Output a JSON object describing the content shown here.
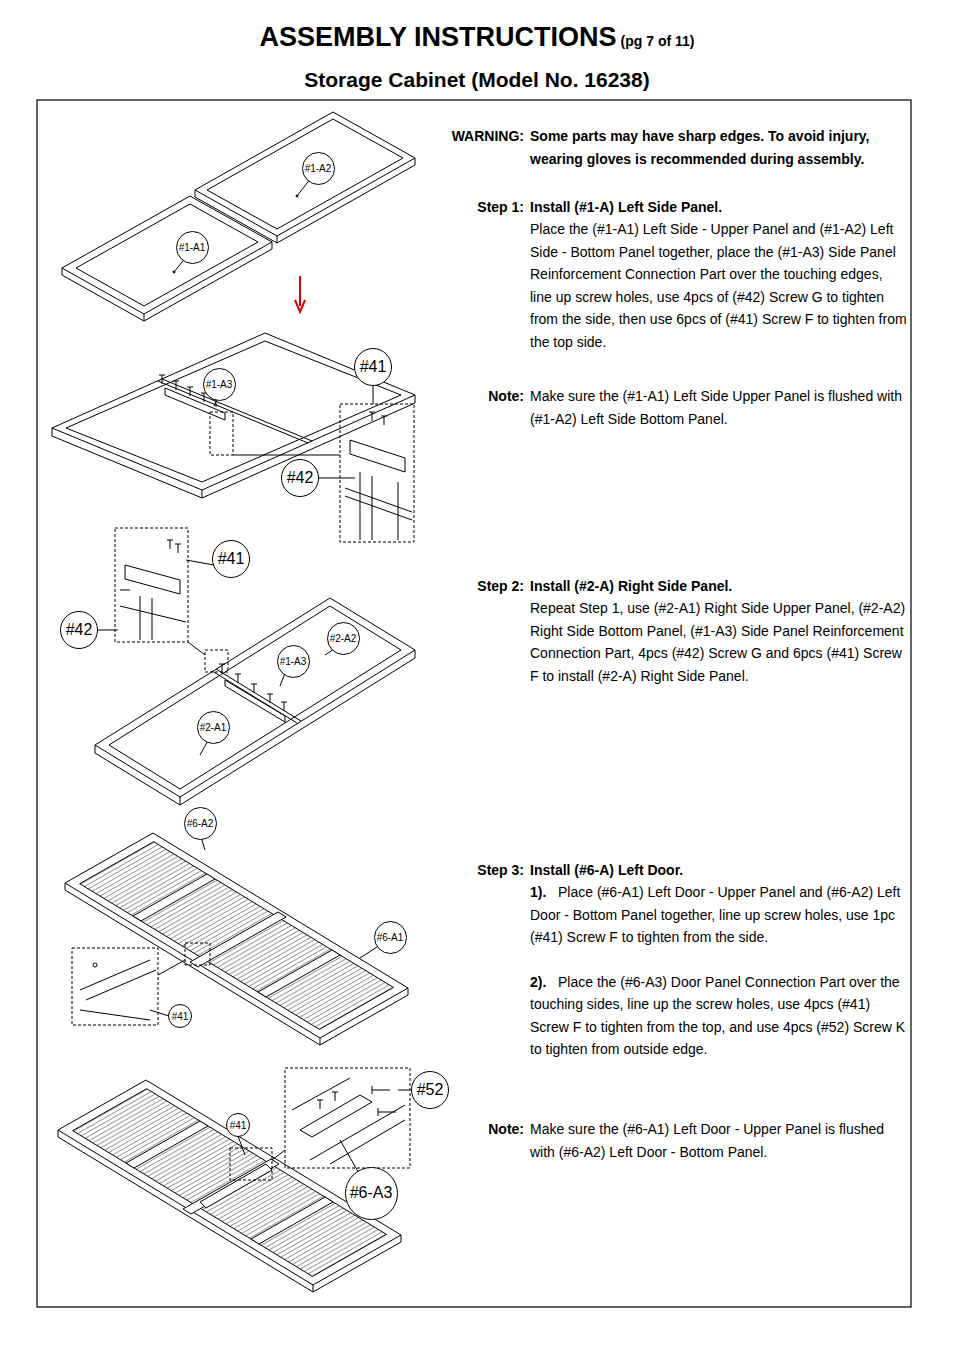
{
  "diagram": {
    "title": "ASSEMBLY INSTRUCTIONS",
    "nodes": [
      {
        "text": [
          "#1-A2"
        ]
      },
      {
        "text": [
          "#1-A1"
        ]
      },
      {
        "text": [
          "#41"
        ]
      },
      {
        "text": [
          "#1-A3"
        ]
      },
      {
        "text": [
          "#42"
        ]
      },
      {
        "text": [
          "#41"
        ]
      },
      {
        "text": [
          "#42"
        ]
      },
      {
        "text": [
          "#2-A2"
        ]
      },
      {
        "text": [
          "#1-A3"
        ]
      },
      {
        "text": [
          "#2-A1"
        ]
      },
      {
        "text": [
          "#6-A2"
        ]
      },
      {
        "text": [
          "#6-A1"
        ]
      },
      {
        "text": [
          "#41"
        ]
      },
      {
        "text": [
          "#52"
        ]
      },
      {
        "text": [
          "#41"
        ]
      },
      {
        "text": [
          "#6-A3"
        ]
      }
    ],
    "labels": [
      "(pg 7 of 11)",
      "Storage Cabinet (Model No. 16238)",
      "WARNING:",
      "Some parts may have sharp edges. To avoid injury, wearing gloves is recommended during assembly.",
      "Step 1:",
      "Install (#1-A) Left Side Panel.",
      "Place the (#1-A1) Left Side - Upper Panel and (#1-A2) Left Side - Bottom Panel together, place the (#1-A3) Side Panel Reinforcement Connection Part over the touching edges, line up screw holes, use 4pcs of (#42) Screw G to tighten from the side, then use 6pcs of (#41) Screw F to tighten from the top side.",
      "Note:",
      "Make sure the (#1-A1) Left Side Upper Panel is flushed with (#1-A2) Left Side Bottom Panel.",
      "Step 2:",
      "Install (#2-A) Right Side Panel.",
      "Repeat Step 1, use (#2-A1) Right Side Upper Panel, (#2-A2) Right Side Bottom Panel, (#1-A3) Side Panel Reinforcement Connection Part, 4pcs (#42) Screw G and 6pcs (#41) Screw F to install (#2-A) Right Side Panel.",
      "Step 3:",
      "Install (#6-A) Left Door.",
      "1).",
      "Place (#6-A1) Left Door - Upper Panel and (#6-A2) Left Door - Bottom Panel together, line up screw holes, use 1pc (#41) Screw F to tighten from the side.",
      "2).",
      "Place the (#6-A3) Door Panel Connection Part over the touching sides, line up the screw holes, use 4pcs (#41) Screw F to tighten from the top, and use 4pcs (#52) Screw K to tighten from outside edge.",
      "Note:",
      "Make sure the (#6-A1) Left Door - Upper Panel is flushed with (#6-A2) Left Door - Bottom Panel."
    ]
  }
}
